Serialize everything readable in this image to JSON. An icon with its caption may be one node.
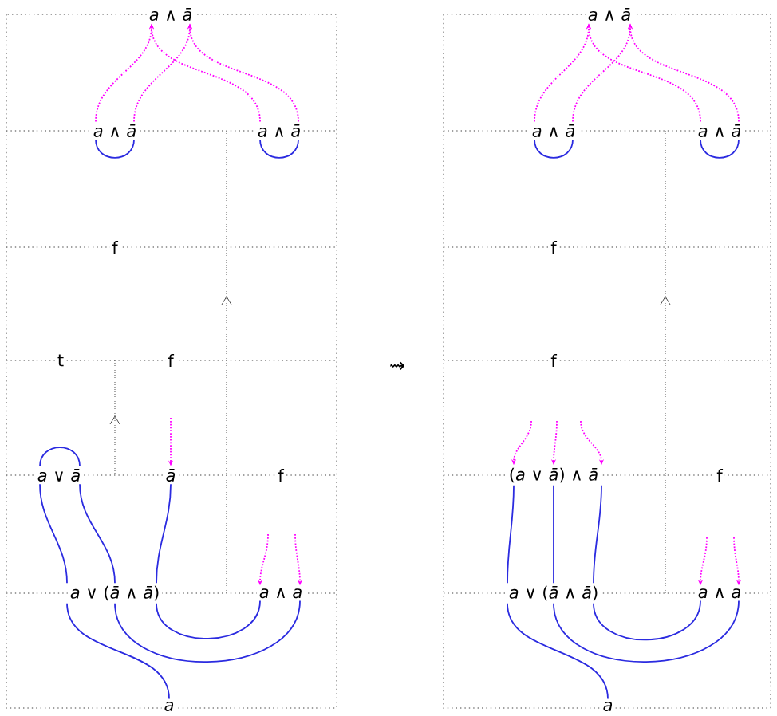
{
  "diagram": {
    "nodes": [
      {
        "text": [
          "*a* ∧ *ā*"
        ]
      },
      {
        "text": [
          "*a* ∧ *ā*"
        ]
      },
      {
        "text": [
          "*a* ∧ *ā*"
        ]
      },
      {
        "text": [
          "f"
        ]
      },
      {
        "text": [
          "t"
        ]
      },
      {
        "text": [
          "f"
        ]
      },
      {
        "text": [
          "*a* ∨ *ā*"
        ]
      },
      {
        "text": [
          "*ā*"
        ]
      },
      {
        "text": [
          "f"
        ]
      },
      {
        "text": [
          "*a* ∨ (*ā* ∧ *ā*)"
        ]
      },
      {
        "text": [
          "*a* ∧ *a*"
        ]
      },
      {
        "text": [
          "*a*"
        ]
      },
      {
        "text": [
          "*a* ∧ *ā*"
        ]
      },
      {
        "text": [
          "*a* ∧ *ā*"
        ]
      },
      {
        "text": [
          "*a* ∧ *ā*"
        ]
      },
      {
        "text": [
          "f"
        ]
      },
      {
        "text": [
          "f"
        ]
      },
      {
        "text": [
          "(*a* ∨ *ā*) ∧ *ā*"
        ]
      },
      {
        "text": [
          "f"
        ]
      },
      {
        "text": [
          "*a* ∨ (*ā* ∧ *ā*)"
        ]
      },
      {
        "text": [
          "*a* ∧ *a*"
        ]
      },
      {
        "text": [
          "*a*"
        ]
      }
    ],
    "edges": [
      {
        "from": 1,
        "to": 0,
        "arrow": "to",
        "style": "dashed",
        "color": "#ff00ff"
      },
      {
        "from": 1,
        "to": 0,
        "arrow": "to",
        "style": "dashed",
        "color": "#ff00ff"
      },
      {
        "from": 2,
        "to": 0,
        "arrow": "to",
        "style": "dashed",
        "color": "#ff00ff"
      },
      {
        "from": 2,
        "to": 0,
        "arrow": "to",
        "style": "dashed",
        "color": "#ff00ff"
      },
      {
        "from": 1,
        "to": 1,
        "arrow": "none"
      },
      {
        "from": 2,
        "to": 2,
        "arrow": "none"
      },
      {
        "from": 6,
        "to": 6,
        "arrow": "none"
      },
      {
        "from": 6,
        "to": 9,
        "arrow": "none"
      },
      {
        "from": 6,
        "to": 9,
        "arrow": "none"
      },
      {
        "from": 7,
        "to": 9,
        "arrow": "none"
      },
      {
        "from": 9,
        "to": 11,
        "arrow": "none"
      },
      {
        "from": 9,
        "to": 10,
        "arrow": "none"
      },
      {
        "from": 9,
        "to": 10,
        "arrow": "none"
      },
      {
        "from": null,
        "to": 7,
        "arrow": "to",
        "style": "dashed",
        "color": "#ff00ff"
      },
      {
        "from": null,
        "to": 10,
        "arrow": "to",
        "style": "dashed",
        "color": "#ff00ff"
      },
      {
        "from": null,
        "to": 10,
        "arrow": "to",
        "style": "dashed",
        "color": "#ff00ff"
      },
      {
        "from": 13,
        "to": 12,
        "arrow": "to",
        "style": "dashed",
        "color": "#ff00ff"
      },
      {
        "from": 13,
        "to": 12,
        "arrow": "to",
        "style": "dashed",
        "color": "#ff00ff"
      },
      {
        "from": 14,
        "to": 12,
        "arrow": "to",
        "style": "dashed",
        "color": "#ff00ff"
      },
      {
        "from": 14,
        "to": 12,
        "arrow": "to",
        "style": "dashed",
        "color": "#ff00ff"
      },
      {
        "from": 13,
        "to": 13,
        "arrow": "none"
      },
      {
        "from": 14,
        "to": 14,
        "arrow": "none"
      },
      {
        "from": 17,
        "to": 19,
        "arrow": "none"
      },
      {
        "from": 17,
        "to": 19,
        "arrow": "none"
      },
      {
        "from": 17,
        "to": 19,
        "arrow": "none"
      },
      {
        "from": 19,
        "to": 21,
        "arrow": "none"
      },
      {
        "from": 19,
        "to": 20,
        "arrow": "none"
      },
      {
        "from": 19,
        "to": 20,
        "arrow": "none"
      },
      {
        "from": null,
        "to": 17,
        "arrow": "to",
        "style": "dashed",
        "color": "#ff00ff"
      },
      {
        "from": null,
        "to": 17,
        "arrow": "to",
        "style": "dashed",
        "color": "#ff00ff"
      },
      {
        "from": null,
        "to": 17,
        "arrow": "to",
        "style": "dashed",
        "color": "#ff00ff"
      },
      {
        "from": null,
        "to": 20,
        "arrow": "to",
        "style": "dashed",
        "color": "#ff00ff"
      },
      {
        "from": null,
        "to": 20,
        "arrow": "to",
        "style": "dashed",
        "color": "#ff00ff"
      }
    ],
    "labels": [
      "⇝"
    ]
  }
}
